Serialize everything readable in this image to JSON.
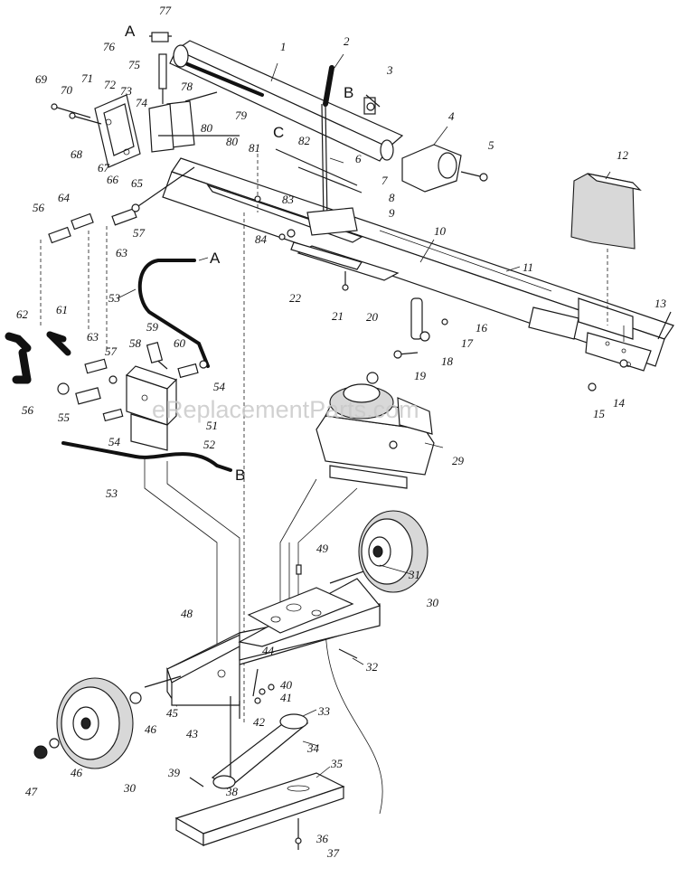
{
  "watermark": "eReplacementParts.com",
  "connection_letters": {
    "a1": "A",
    "b1": "B",
    "c1": "C",
    "a2": "A",
    "b2": "B"
  },
  "labels": {
    "l1": "1",
    "l2": "2",
    "l3": "3",
    "l4": "4",
    "l5": "5",
    "l6": "6",
    "l7": "7",
    "l8": "8",
    "l9": "9",
    "l10": "10",
    "l11": "11",
    "l12": "12",
    "l13": "13",
    "l14": "14",
    "l15": "15",
    "l16": "16",
    "l17": "17",
    "l18": "18",
    "l19": "19",
    "l20": "20",
    "l21": "21",
    "l22": "22",
    "l29": "29",
    "l30a": "30",
    "l30b": "30",
    "l31": "31",
    "l32": "32",
    "l33": "33",
    "l34": "34",
    "l35": "35",
    "l36": "36",
    "l37": "37",
    "l38": "38",
    "l39": "39",
    "l40": "40",
    "l41": "41",
    "l42": "42",
    "l43": "43",
    "l44": "44",
    "l45": "45",
    "l46a": "46",
    "l46b": "46",
    "l47": "47",
    "l48": "48",
    "l49": "49",
    "l51": "51",
    "l52": "52",
    "l53a": "53",
    "l53b": "53",
    "l54a": "54",
    "l54b": "54",
    "l55": "55",
    "l56a": "56",
    "l56b": "56",
    "l57a": "57",
    "l57b": "57",
    "l58": "58",
    "l59": "59",
    "l60": "60",
    "l61": "61",
    "l62": "62",
    "l63a": "63",
    "l63b": "63",
    "l64": "64",
    "l65": "65",
    "l66": "66",
    "l67": "67",
    "l68": "68",
    "l69": "69",
    "l70": "70",
    "l71": "71",
    "l72": "72",
    "l73": "73",
    "l74": "74",
    "l75": "75",
    "l76": "76",
    "l77": "77",
    "l78": "78",
    "l79": "79",
    "l80a": "80",
    "l80b": "80",
    "l81": "81",
    "l82": "82",
    "l83": "83",
    "l84": "84"
  }
}
